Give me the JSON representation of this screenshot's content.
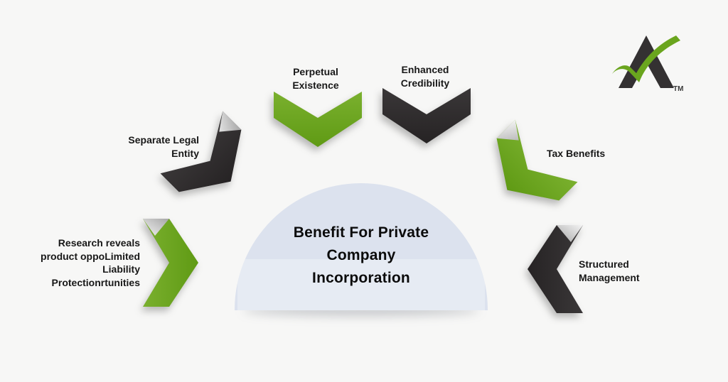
{
  "center": {
    "title_lines": [
      "Benefit For Private",
      "Company",
      "Incorporation"
    ]
  },
  "benefits": [
    {
      "name": "separate-legal-entity",
      "lines": [
        "Separate Legal",
        "Entity"
      ],
      "shape": "chevron-down-right",
      "color": "#312e2f"
    },
    {
      "name": "perpetual-existence",
      "lines": [
        "Perpetual",
        "Existence"
      ],
      "shape": "chevron-down",
      "color": "#6da322"
    },
    {
      "name": "enhanced-credibility",
      "lines": [
        "Enhanced",
        "Credibility"
      ],
      "shape": "chevron-down",
      "color": "#312e2f"
    },
    {
      "name": "tax-benefits",
      "lines": [
        "Tax Benefits"
      ],
      "shape": "chevron-down-left",
      "color": "#6da322"
    },
    {
      "name": "limited-liability-protection",
      "lines": [
        "Research reveals",
        "product oppoLimited",
        "Liability",
        "Protectionrtunities"
      ],
      "shape": "chevron-right",
      "color": "#6da322"
    },
    {
      "name": "structured-management",
      "lines": [
        "Structured",
        "Management"
      ],
      "shape": "chevron-left",
      "color": "#312e2f"
    }
  ],
  "logo": {
    "trademark": "TM",
    "letter_color": "#343132",
    "check_color": "#6aa51e"
  },
  "colors": {
    "background": "#f7f7f6",
    "dome": "#dce2ee",
    "green": "#6da322",
    "dark": "#312e2f",
    "text": "#181818"
  }
}
